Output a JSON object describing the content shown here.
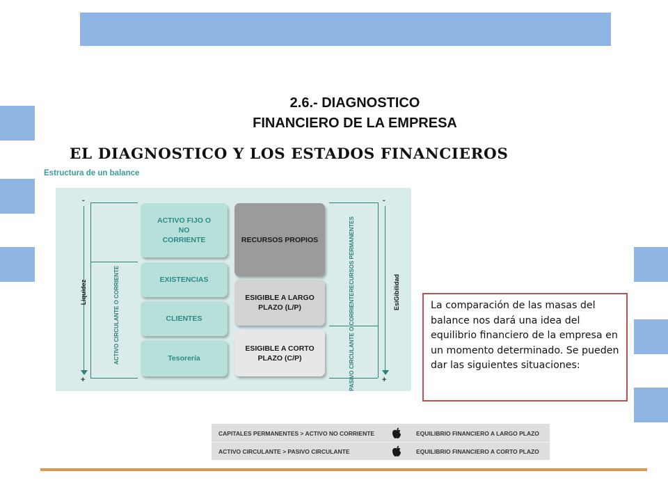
{
  "slide": {
    "title_line1": "2.6.- DIAGNOSTICO",
    "title_line2": "FINANCIERO DE LA EMPRESA",
    "heading": "EL DIAGNOSTICO Y LOS ESTADOS FINANCIEROS",
    "colors": {
      "accent_blue": "#8eb4e3",
      "teal": "#3a9e98",
      "border_red": "#c0504d",
      "rule_orange": "#e0954a"
    }
  },
  "diagram": {
    "label": "Estructura de un balance",
    "left_axis": {
      "label": "Liquidez",
      "minus": "-",
      "plus": "+"
    },
    "right_axis": {
      "label": "EsiGibilidad",
      "minus": "-",
      "plus": "+"
    },
    "activo_circulante_label": "ACTIVO CIRCULANTE O CORRIENTE",
    "recursos_permanentes_label": "RECURSOS PERMANENTES",
    "pasivo_circulante_label": "PASIVO CIRCULANTE O CORRIENTE",
    "boxes": {
      "activo_fijo": "ACTIVO FIJO O NO CORRIENTE",
      "existencias": "EXISTENCIAS",
      "clientes": "CLIENTES",
      "tesoreria": "Tesorería",
      "recursos_propios": "RECURSOS PROPIOS",
      "exigible_largo": "ESIGIBLE A LARGO PLAZO (L/P)",
      "exigible_corto": "ESIGIBLE A CORTO PLAZO (C/P)"
    }
  },
  "textbox": {
    "text": "La comparación de las masas del balance nos dará una idea del equilibrio financiero de la empresa en un momento determinado. Se pueden dar las siguientes situaciones:"
  },
  "equilibrium": {
    "icon": "apple-icon",
    "rows": [
      {
        "left": "CAPITALES PERMANENTES > ACTIVO NO CORRIENTE",
        "right": "EQUILIBRIO FINANCIERO A LARGO PLAZO"
      },
      {
        "left": "ACTIVO CIRCULANTE > PASIVO CIRCULANTE",
        "right": "EQUILIBRIO FINANCIERO A CORTO PLAZO"
      }
    ]
  }
}
